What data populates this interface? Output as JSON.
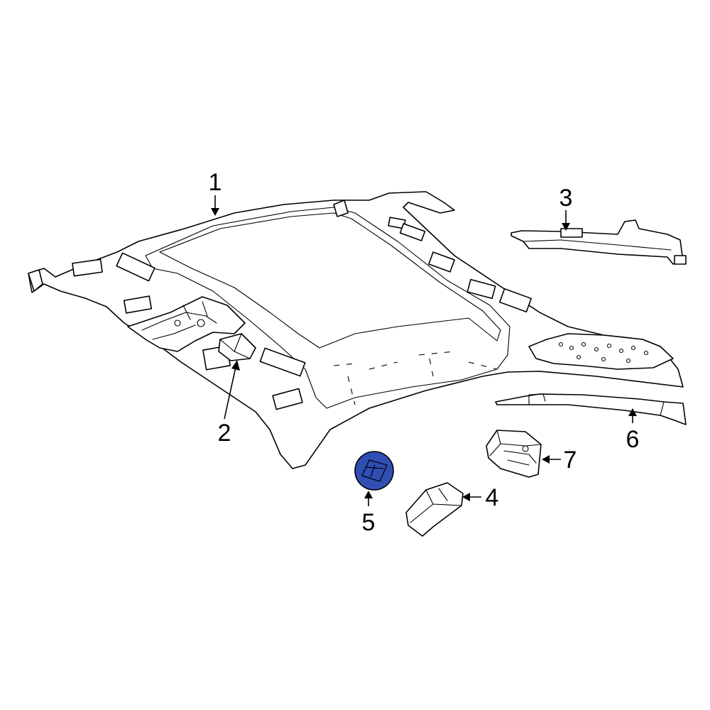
{
  "diagram": {
    "callouts": [
      {
        "id": "1",
        "label": "1"
      },
      {
        "id": "2",
        "label": "2"
      },
      {
        "id": "3",
        "label": "3"
      },
      {
        "id": "4",
        "label": "4"
      },
      {
        "id": "5",
        "label": "5"
      },
      {
        "id": "6",
        "label": "6"
      },
      {
        "id": "7",
        "label": "7"
      }
    ],
    "highlight_color": "#2f4fb5",
    "line_color": "#000000"
  }
}
